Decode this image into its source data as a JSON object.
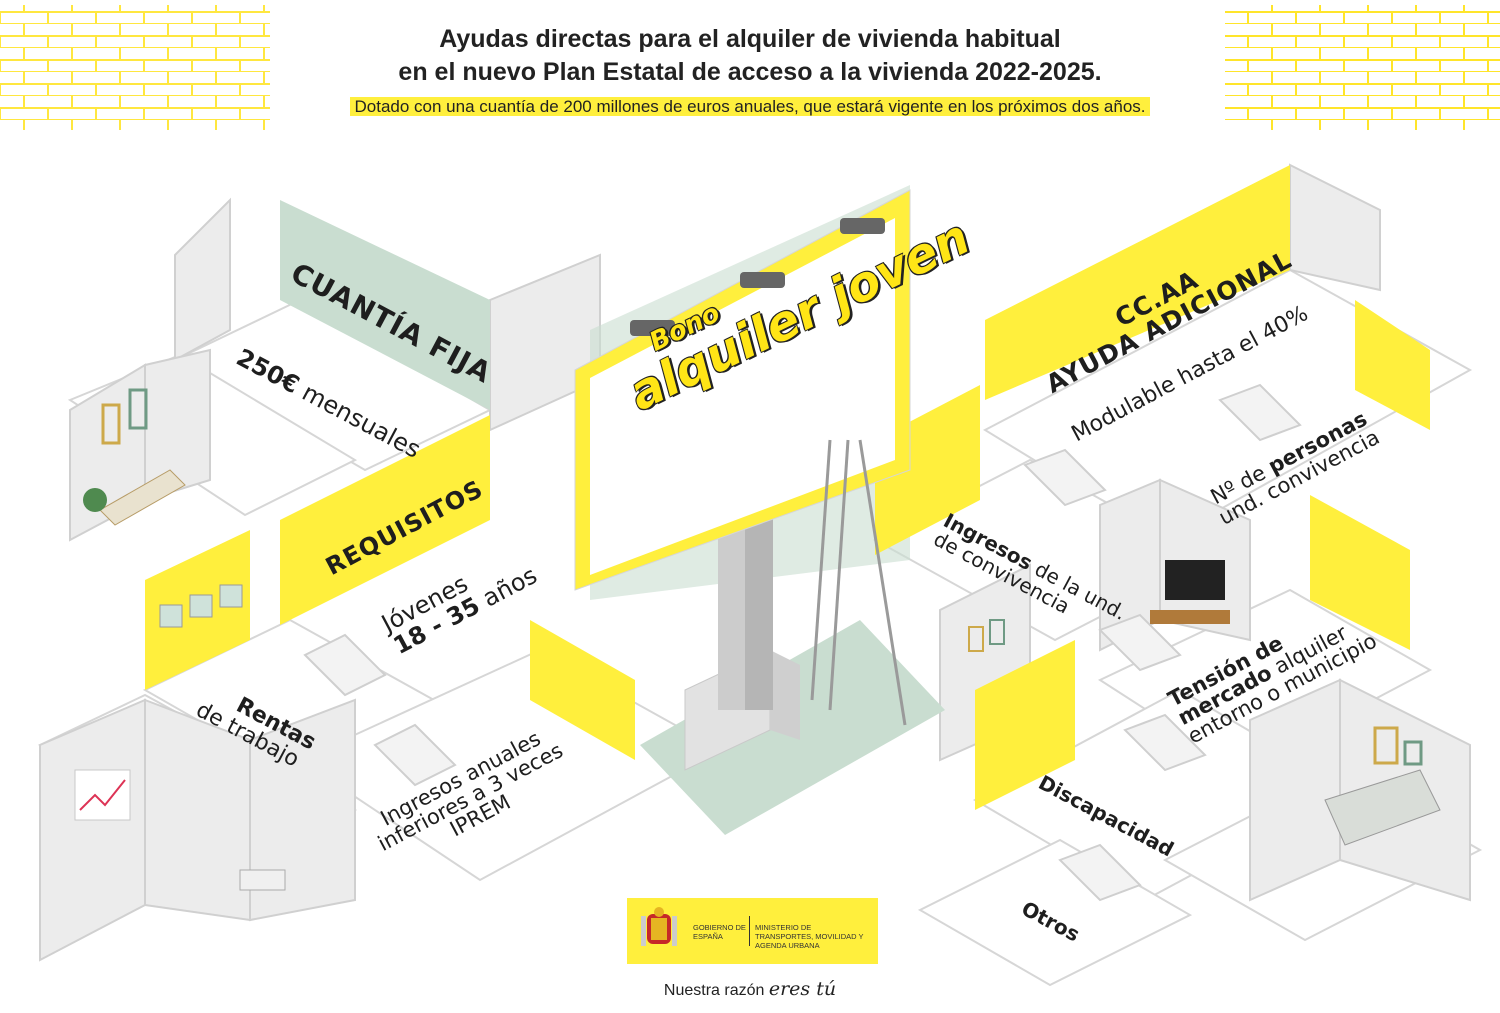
{
  "header": {
    "title_line1": "Ayudas directas para el alquiler de vivienda habitual",
    "title_line2": "en el nuevo Plan Estatal de acceso a la vivienda 2022-2025.",
    "subtitle": "Dotado con una cuantía de 200 millones de euros anuales, que estará vigente en los próximos dos años."
  },
  "billboard": {
    "line1": "Bono",
    "line2": "alquiler joven"
  },
  "cuantia": {
    "heading": "CUANTÍA FIJA",
    "amount": "250€",
    "rest": "mensuales"
  },
  "requisitos": {
    "heading": "REQUISITOS",
    "line1": "Jóvenes",
    "line2": "18 - 35",
    "line2_rest": "años",
    "rentas_bold": "Rentas",
    "rentas_rest": "de trabajo",
    "ingresos_line1": "Ingresos anuales",
    "ingresos_line2": "inferiores a 3 veces",
    "ingresos_line3": "IPREM"
  },
  "ccaa": {
    "heading_line1": "CC.AA",
    "heading_line2": "AYUDA ADICIONAL",
    "modulable": "Modulable hasta el 40%",
    "personas_pre": "Nº de",
    "personas_bold": "personas",
    "personas_line2": "und. convivencia",
    "ingresos_bold": "Ingresos",
    "ingresos_rest": "de la und.",
    "ingresos_line2": "de convivencia",
    "tension_bold1": "Tensión de",
    "tension_bold2": "mercado",
    "tension_rest": "alquiler",
    "tension_line3": "entorno o municipio",
    "discapacidad": "Discapacidad",
    "otros": "Otros"
  },
  "footer": {
    "gobierno": "GOBIERNO DE ESPAÑA",
    "ministerio": "MINISTERIO DE TRANSPORTES, MOVILIDAD Y AGENDA URBANA",
    "slogan": "Nuestra razón",
    "slogan_em": "eres tú"
  },
  "colors": {
    "yellow": "#ffef3d",
    "mint": "#c9ddd0",
    "wall": "#e4e4e4",
    "brick": "#ffef3d"
  }
}
